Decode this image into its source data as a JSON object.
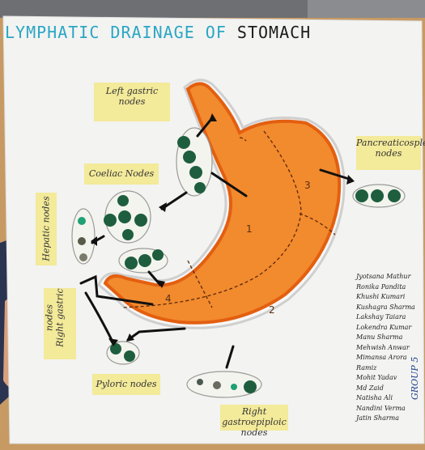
{
  "poster": {
    "title_part1": "LYMPHATIC DRAINAGE OF",
    "title_part2": "STOMACH",
    "labels": {
      "left_gastric": [
        "Left gastric",
        "nodes"
      ],
      "coeliac": "Coeliac Nodes",
      "hepatic": "Hepatic nodes",
      "pancreaticosplenic": [
        "Pancreaticosplen",
        "nodes"
      ],
      "right_gastric": [
        "Right gastric",
        "nodes"
      ],
      "pyloric": "Pyloric nodes",
      "right_gastroepiploic": [
        "Right gastroepiploic",
        "nodes"
      ]
    },
    "region_numbers": [
      "1",
      "2",
      "3",
      "4"
    ],
    "names": [
      "Jyotsana Mathur",
      "Ronika Pandita",
      "Khushi Kumari",
      "Kushagra Sharma",
      "Lakshay Taiara",
      "Lokendra Kumar",
      "Manu Sharma",
      "Mehwish Anwar",
      "Mimansa Arora",
      "Ramiz",
      "Mohit Yadav",
      "Md Zaid",
      "Natisha Ali",
      "Nandini Verma",
      "Jatin Sharma"
    ],
    "group_label": "GROUP 5"
  }
}
